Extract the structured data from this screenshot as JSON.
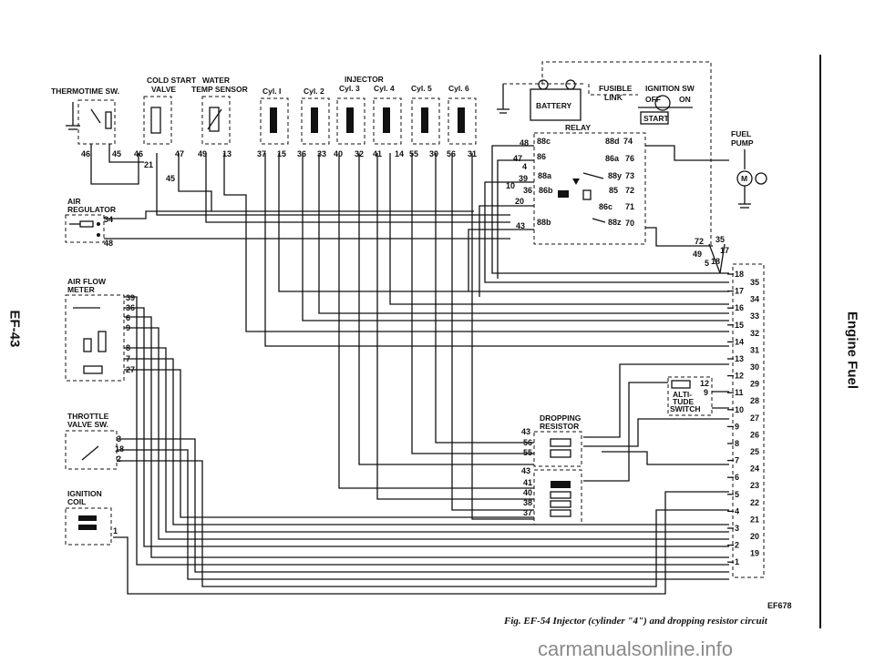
{
  "side_labels": {
    "left": "EF-43",
    "right": "Engine Fuel"
  },
  "components": {
    "thermotime_sw": "THERMOTIME SW.",
    "cold_start_valve": [
      "COLD START",
      "VALVE"
    ],
    "water_temp_sensor": [
      "WATER",
      "TEMP SENSOR"
    ],
    "injector_header": "INJECTOR",
    "injectors": [
      "Cyl. I",
      "Cyl. 2",
      "Cyl. 3",
      "Cyl. 4",
      "Cyl. 5",
      "Cyl. 6"
    ],
    "battery": "BATTERY",
    "fusible_link": [
      "FUSIBLE",
      "LINK"
    ],
    "ignition_sw": "IGNITION SW",
    "ign_off": "OFF",
    "ign_on": "ON",
    "ign_start": "START",
    "relay": "RELAY",
    "fuel_pump": [
      "FUEL",
      "PUMP"
    ],
    "fuel_pump_symbol": "M",
    "air_regulator": [
      "AIR",
      "REGULATOR"
    ],
    "air_flow_meter": [
      "AIR FLOW",
      "METER"
    ],
    "throttle_valve_sw": [
      "THROTTLE",
      "VALVE SW."
    ],
    "ignition_coil": [
      "IGNITION",
      "COIL"
    ],
    "dropping_resistor": [
      "DROPPING",
      "RESISTOR"
    ],
    "altitude_switch": [
      "ALTI-",
      "TUDE",
      "SWITCH"
    ]
  },
  "pins": {
    "thermotime": [
      "46",
      "45"
    ],
    "cold_start": [
      "46",
      "47",
      "21",
      "45"
    ],
    "water_temp": [
      "49",
      "13"
    ],
    "injectors": [
      "37",
      "15",
      "36",
      "33",
      "40",
      "32",
      "41",
      "14",
      "55",
      "30",
      "56",
      "31"
    ],
    "relay_left": [
      "48",
      "47",
      "4",
      "39",
      "10",
      "36",
      "20",
      "43"
    ],
    "relay_internal": [
      "88c",
      "86",
      "88a",
      "86b",
      "88b",
      "88d",
      "86a",
      "88y",
      "85",
      "86c",
      "88z"
    ],
    "relay_right": [
      "74",
      "76",
      "73",
      "72",
      "71",
      "70"
    ],
    "relay_bottom": [
      "72",
      "35",
      "49",
      "17",
      "5",
      "18"
    ],
    "air_regulator": [
      "34",
      "48"
    ],
    "air_flow_meter": [
      "39",
      "36",
      "6",
      "9",
      "8",
      "7",
      "27"
    ],
    "throttle": [
      "3",
      "18",
      "2"
    ],
    "ignition_coil": [
      "1"
    ],
    "dropping_resistor": [
      "43",
      "56",
      "55",
      "43",
      "41",
      "40",
      "38",
      "37"
    ],
    "altitude_switch": [
      "12",
      "9"
    ],
    "connector_left": [
      "18",
      "17",
      "16",
      "15",
      "14",
      "13",
      "12",
      "11",
      "10",
      "9",
      "8",
      "7",
      "6",
      "5",
      "4",
      "3",
      "2",
      "1"
    ],
    "connector_right": [
      "35",
      "34",
      "33",
      "32",
      "31",
      "30",
      "29",
      "28",
      "27",
      "26",
      "25",
      "24",
      "23",
      "22",
      "21",
      "20",
      "19"
    ]
  },
  "figure": {
    "code": "EF678",
    "caption": "Fig. EF-54  Injector (cylinder \"4\") and dropping resistor circuit"
  },
  "watermark": "carmanualsonline.info"
}
